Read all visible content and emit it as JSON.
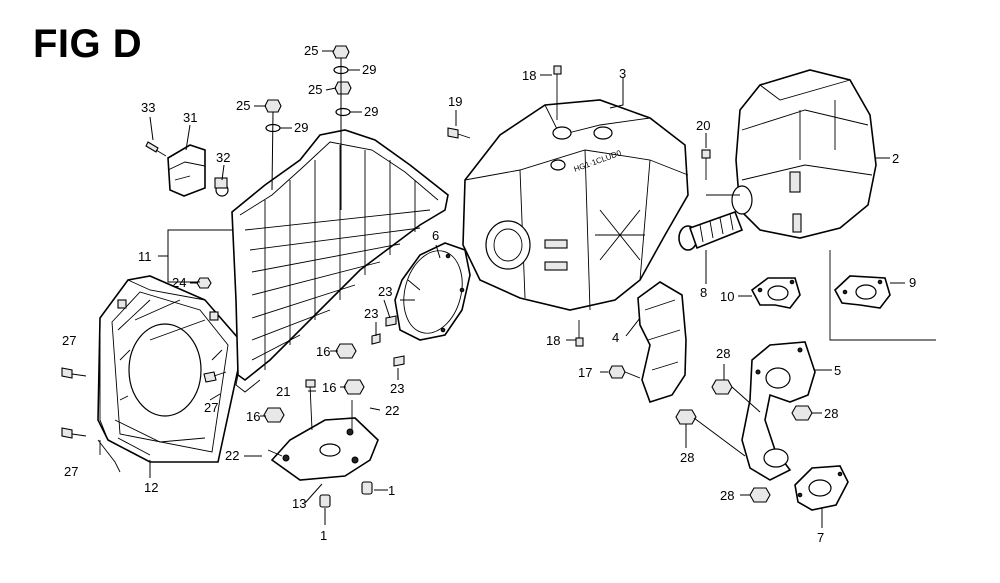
{
  "title": "FIG D",
  "callouts": [
    {
      "id": "c33",
      "text": "33"
    },
    {
      "id": "c31",
      "text": "31"
    },
    {
      "id": "c32",
      "text": "32"
    },
    {
      "id": "c25a",
      "text": "25"
    },
    {
      "id": "c29a",
      "text": "29"
    },
    {
      "id": "c25b",
      "text": "25"
    },
    {
      "id": "c29b",
      "text": "29"
    },
    {
      "id": "c25c",
      "text": "25"
    },
    {
      "id": "c29c",
      "text": "29"
    },
    {
      "id": "c11",
      "text": "11"
    },
    {
      "id": "c24",
      "text": "24"
    },
    {
      "id": "c27a",
      "text": "27"
    },
    {
      "id": "c27b",
      "text": "27"
    },
    {
      "id": "c27c",
      "text": "27"
    },
    {
      "id": "c12",
      "text": "12"
    },
    {
      "id": "c6",
      "text": "6"
    },
    {
      "id": "c23a",
      "text": "23"
    },
    {
      "id": "c23b",
      "text": "23"
    },
    {
      "id": "c23c",
      "text": "23"
    },
    {
      "id": "c16a",
      "text": "16"
    },
    {
      "id": "c16b",
      "text": "16"
    },
    {
      "id": "c16c",
      "text": "16"
    },
    {
      "id": "c21",
      "text": "21"
    },
    {
      "id": "c22a",
      "text": "22"
    },
    {
      "id": "c22b",
      "text": "22"
    },
    {
      "id": "c13",
      "text": "13"
    },
    {
      "id": "c1a",
      "text": "1"
    },
    {
      "id": "c1b",
      "text": "1"
    },
    {
      "id": "c19",
      "text": "19"
    },
    {
      "id": "c18a",
      "text": "18"
    },
    {
      "id": "c3",
      "text": "3"
    },
    {
      "id": "c18b",
      "text": "18"
    },
    {
      "id": "c4",
      "text": "4"
    },
    {
      "id": "c17",
      "text": "17"
    },
    {
      "id": "c20",
      "text": "20"
    },
    {
      "id": "c2",
      "text": "2"
    },
    {
      "id": "c8",
      "text": "8"
    },
    {
      "id": "c10",
      "text": "10"
    },
    {
      "id": "c9",
      "text": "9"
    },
    {
      "id": "c28a",
      "text": "28"
    },
    {
      "id": "c5",
      "text": "5"
    },
    {
      "id": "c28b",
      "text": "28"
    },
    {
      "id": "c28c",
      "text": "28"
    },
    {
      "id": "c28d",
      "text": "28"
    },
    {
      "id": "c7",
      "text": "7"
    }
  ],
  "shroud_marking": "HG1·1CLUD0"
}
